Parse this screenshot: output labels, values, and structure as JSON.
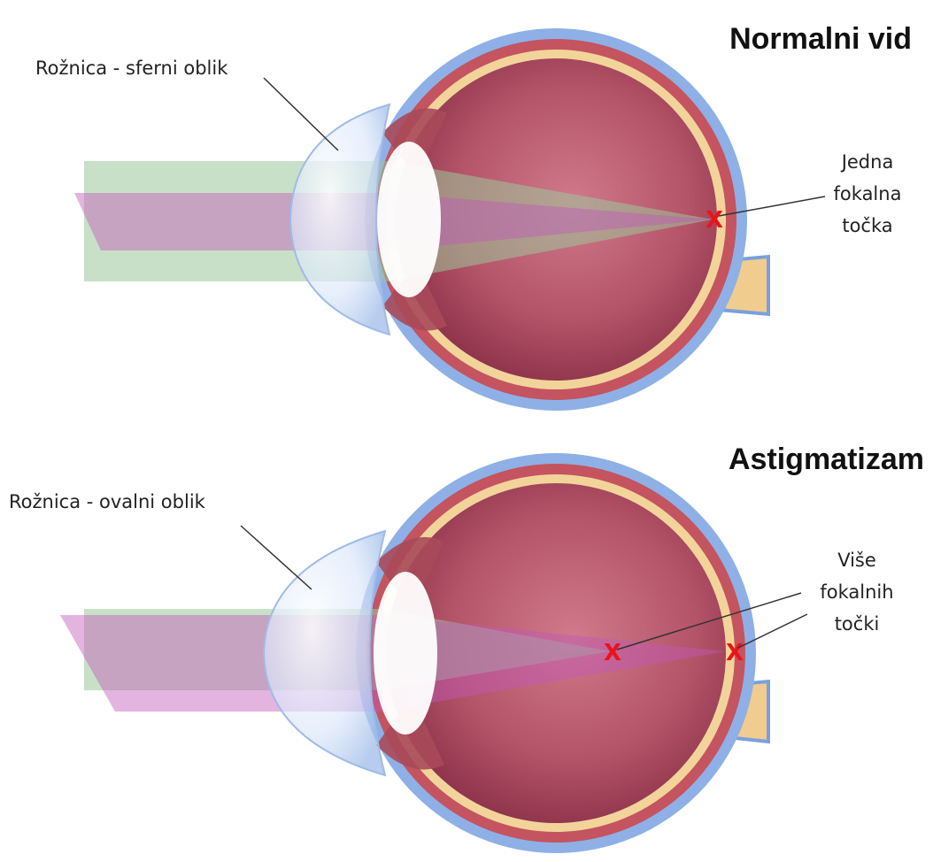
{
  "panels": {
    "normal": {
      "title": "Normalni vid",
      "cornea_label": "Rožnica - sferni oblik",
      "focal_label_lines": [
        "Jedna",
        "fokalna",
        "točka"
      ],
      "focal_marks": [
        "X"
      ]
    },
    "astigmatism": {
      "title": "Astigmatizam",
      "cornea_label": "Rožnica - ovalni oblik",
      "focal_label_lines": [
        "Više",
        "fokalnih",
        "točki"
      ],
      "focal_marks": [
        "X",
        "X"
      ]
    }
  },
  "colors": {
    "sclera_blue": "#8fb0e6",
    "choroid_red": "#c4545f",
    "retina_yellow": "#f2d49b",
    "vitreous": "#b45468",
    "optic_nerve": "#f0cd8e",
    "beam_green": "#9cc79a",
    "beam_magenta": "#c058b8",
    "focal_mark": "#e8141b",
    "cornea": "#d8e6fb",
    "lens": "#ffffff"
  }
}
